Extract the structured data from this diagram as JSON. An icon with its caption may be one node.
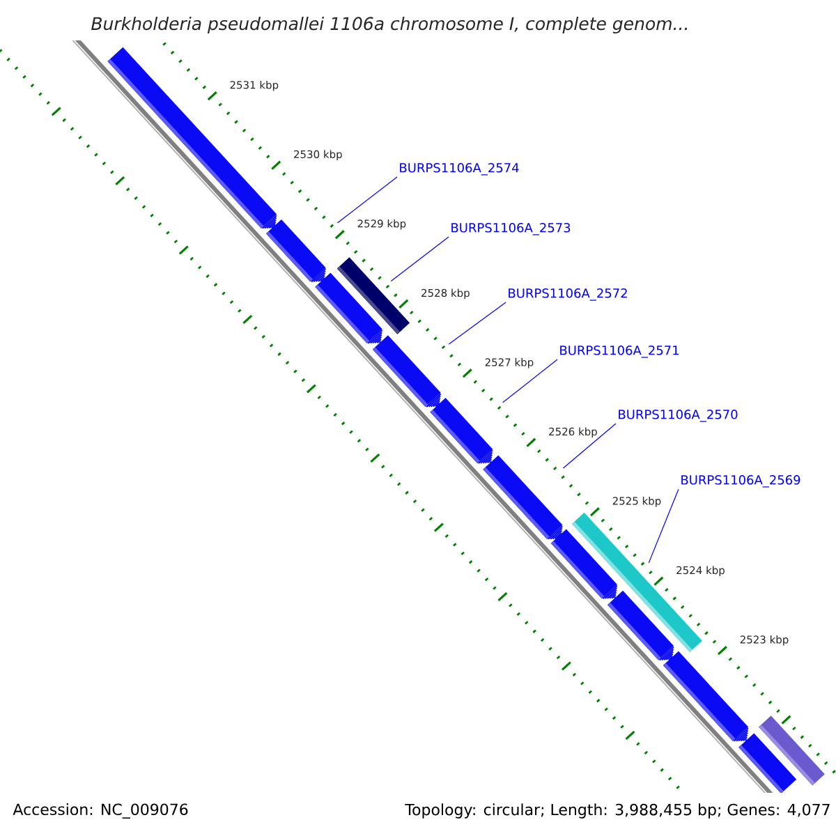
{
  "diagram": {
    "title": "Burkholderia pseudomallei 1106a chromosome I, complete genom...",
    "nodes": [
      {
        "text": [
          "BURPS1106A_2574"
        ]
      },
      {
        "text": [
          "BURPS1106A_2573"
        ]
      },
      {
        "text": [
          "BURPS1106A_2572"
        ]
      },
      {
        "text": [
          "BURPS1106A_2571"
        ]
      },
      {
        "text": [
          "BURPS1106A_2570"
        ]
      },
      {
        "text": [
          "BURPS1106A_2569"
        ]
      },
      {
        "text": [],
        "shape": "arrow"
      },
      {
        "text": [],
        "shape": "arrow"
      },
      {
        "text": [],
        "shape": "arrow"
      },
      {
        "text": [],
        "shape": "arrow"
      },
      {
        "text": [],
        "shape": "arrow"
      },
      {
        "text": [],
        "shape": "arrow"
      },
      {
        "text": [],
        "shape": "arrow"
      },
      {
        "text": [],
        "shape": "arrow"
      },
      {
        "text": [],
        "shape": "arrow"
      },
      {
        "text": [],
        "shape": "arrow"
      },
      {
        "text": [],
        "shape": "bar"
      },
      {
        "text": [],
        "shape": "bar"
      },
      {
        "text": [],
        "shape": "bar"
      }
    ],
    "edges": [
      {
        "from": 0,
        "to": 7,
        "arrow": "none"
      },
      {
        "from": 1,
        "to": 16,
        "arrow": "none"
      },
      {
        "from": 2,
        "to": 9,
        "arrow": "none"
      },
      {
        "from": 3,
        "to": 10,
        "arrow": "none"
      },
      {
        "from": 4,
        "to": 11,
        "arrow": "none"
      },
      {
        "from": 5,
        "to": 17,
        "arrow": "none"
      }
    ],
    "labels": [
      "2531 kbp",
      "2530 kbp",
      "2529 kbp",
      "2528 kbp",
      "2527 kbp",
      "2526 kbp",
      "2525 kbp",
      "2524 kbp",
      "2523 kbp",
      "Accession: NC_009076",
      "Topology: circular; Length: 3,988,455 bp; Genes: 4,077"
    ]
  }
}
